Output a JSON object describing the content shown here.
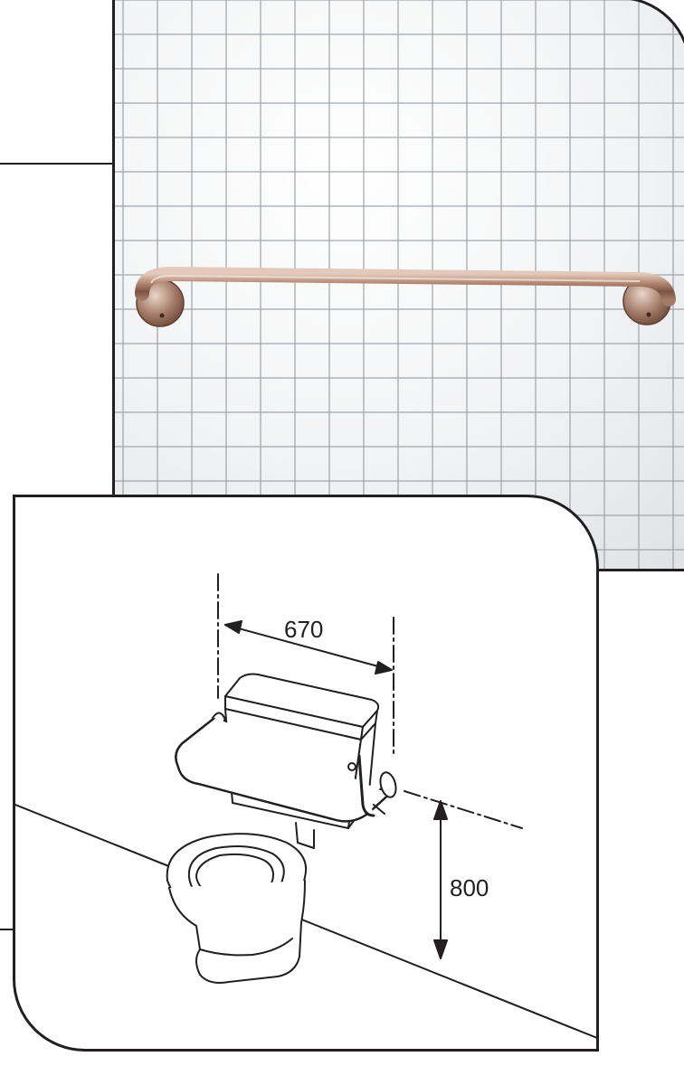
{
  "diagram": {
    "width_label": "670",
    "height_label": "800"
  },
  "colors": {
    "outline": "#231f20",
    "tile_grout": "#969ca2",
    "rail_steel": "#a07764"
  },
  "icons": [
    "grab-rail",
    "toilet-with-cistern",
    "dimension-arrows"
  ]
}
